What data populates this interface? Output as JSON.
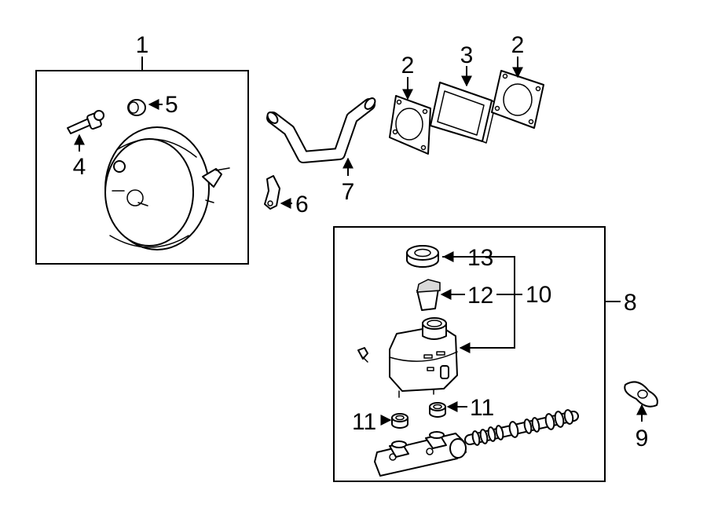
{
  "callouts": {
    "c1": "1",
    "c2a": "2",
    "c2b": "2",
    "c3": "3",
    "c4": "4",
    "c5": "5",
    "c6": "6",
    "c7": "7",
    "c8": "8",
    "c9": "9",
    "c10": "10",
    "c11a": "11",
    "c11b": "11",
    "c12": "12",
    "c13": "13"
  },
  "colors": {
    "line": "#000000",
    "background": "#ffffff"
  }
}
